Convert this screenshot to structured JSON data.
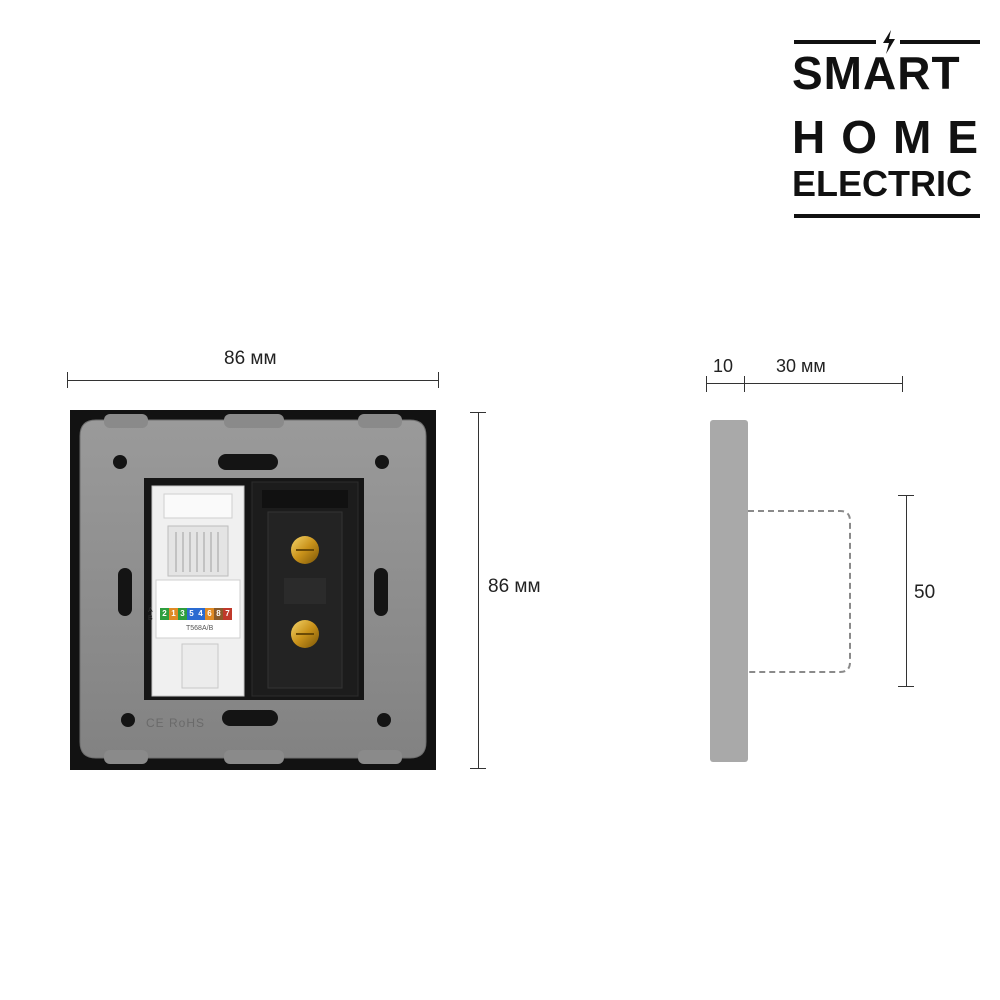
{
  "brand": {
    "line1": "SMART",
    "line2": "HOME",
    "line3": "ELECTRIC",
    "icon": "lightning-bolt-icon"
  },
  "front_view": {
    "width_label": "86 мм",
    "height_label": "86 мм",
    "cert_marks": "CE RoHS",
    "rj45_pins": [
      "2",
      "1",
      "3",
      "5",
      "4",
      "6",
      "8",
      "7"
    ],
    "rj45_standard": "T568A/B",
    "rj45_row_labels": [
      "A",
      "B"
    ],
    "colors": {
      "frame": "#111111",
      "plate": "#8e8e8e",
      "module": "#1b1b1b",
      "keystone": "#f2f2f2",
      "terminal": "#d4a017"
    }
  },
  "side_view": {
    "plate_depth_label": "10",
    "body_depth_label": "30 мм",
    "body_height_label": "50",
    "colors": {
      "plate": "#a9a9a9",
      "outline": "#8a8a8a"
    }
  }
}
